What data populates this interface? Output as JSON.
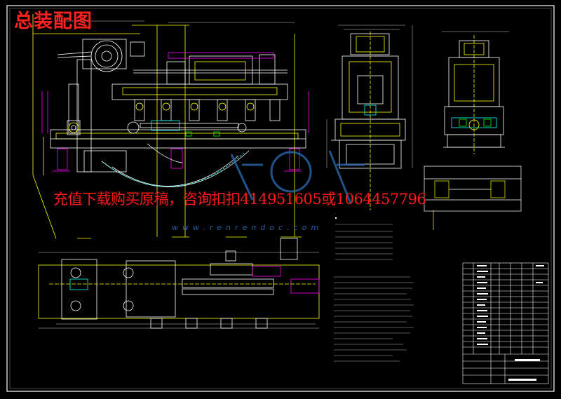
{
  "drawing": {
    "title": "总装配图",
    "watermark_text": "充值下载购买原稿，咨询扣扣414951605或1064457796",
    "watermark_url": "www.renrendoc.com"
  },
  "colors": {
    "background": "#000000",
    "frame": "#ffffff",
    "title_red": "#ff2020",
    "yellow": "#ffff00",
    "cyan": "#00ffff",
    "magenta": "#ff00ff",
    "green": "#00ff00",
    "watermark_blue": "#2d6fb8"
  }
}
